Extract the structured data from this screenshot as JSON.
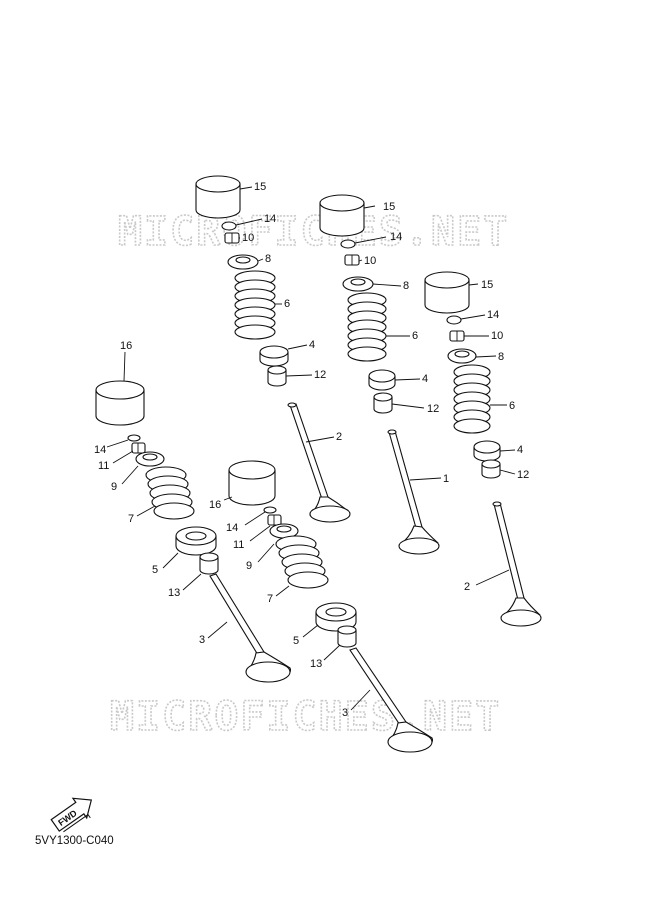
{
  "watermarks": [
    "MICROFICHES.NET",
    "MICROFICHES.NET"
  ],
  "fwd_label": "FWD",
  "diagram_code": "5VY1300-C040",
  "callouts": {
    "a15": "15",
    "a14": "14",
    "a10": "10",
    "a8": "8",
    "a6": "6",
    "a4": "4",
    "a12": "12",
    "b15": "15",
    "b14": "14",
    "b10": "10",
    "b8": "8",
    "b6": "6",
    "b4": "4",
    "b12": "12",
    "c15": "15",
    "c14": "14",
    "c10": "10",
    "c8": "8",
    "c6": "6",
    "c4": "4",
    "c12": "12",
    "v2a": "2",
    "v1": "1",
    "v2b": "2",
    "l16": "16",
    "l14": "14",
    "l11": "11",
    "l9": "9",
    "l7": "7",
    "l5": "5",
    "l13": "13",
    "l3": "3",
    "m16": "16",
    "m14": "14",
    "m11": "11",
    "m9": "9",
    "m7": "7",
    "m5": "5",
    "m13": "13",
    "m3": "3"
  }
}
